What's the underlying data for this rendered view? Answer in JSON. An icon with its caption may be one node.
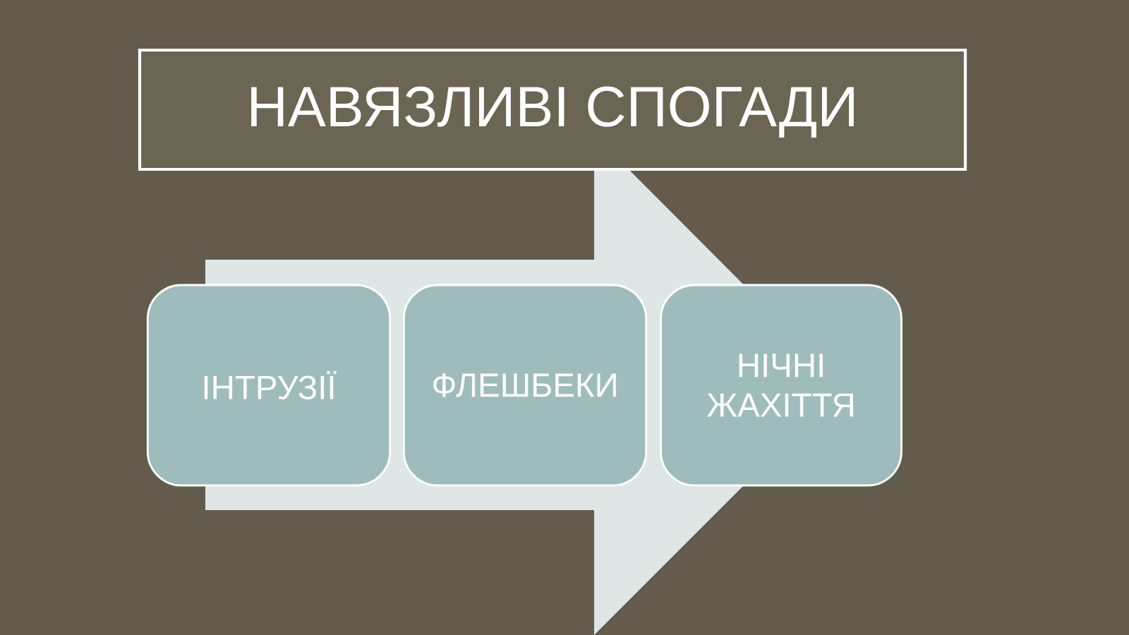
{
  "diagram": {
    "title": "НАВЯЗЛИВІ СПОГАДИ",
    "nodes": [
      {
        "text": [
          "ІНТРУЗІЇ"
        ]
      },
      {
        "text": [
          "ФЛЕШБЕКИ"
        ]
      },
      {
        "text": [
          "НІЧНІ ЖАХІТТЯ"
        ]
      }
    ],
    "edges": [
      {
        "from": 0,
        "to": 2,
        "arrow": "to"
      }
    ]
  }
}
